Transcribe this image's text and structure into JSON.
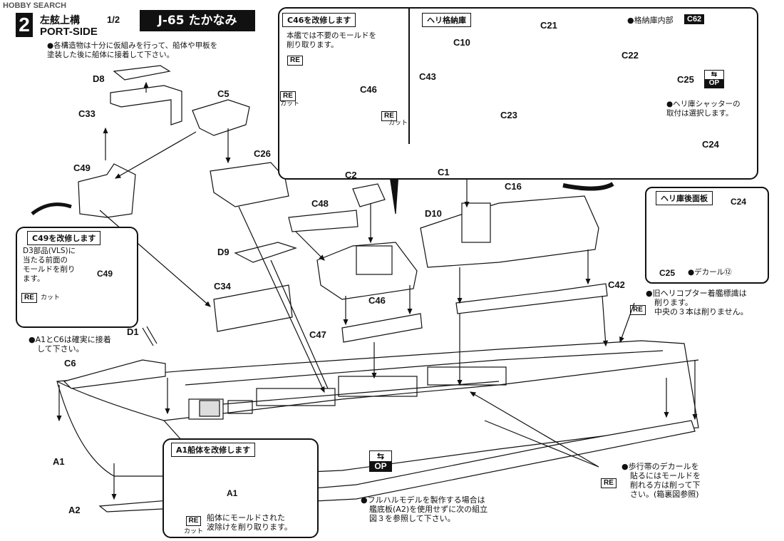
{
  "watermark": "HOBBY SEARCH",
  "header": {
    "step": "2",
    "title_jp": "左舷上構",
    "page": "1/2",
    "title_en": "PORT-SIDE",
    "model": "J-65 たかなみ",
    "instruction_l1": "●各構造物は十分に仮組みを行って、船体や甲板を",
    "instruction_l2": "塗装した後に船体に接着して下さい。"
  },
  "box_c46": {
    "title": "C46を改修します",
    "text_l1": "本艦では不要のモールドを",
    "text_l2": "削り取ります。",
    "re": "RE",
    "cut": "カット",
    "part": "C46"
  },
  "box_hangar": {
    "title": "ヘリ格納庫",
    "inner": "●格納庫内部",
    "inner_code": "C62",
    "shutter_l1": "●ヘリ庫シャッターの",
    "shutter_l2": "取付は選択します。",
    "op": "OP"
  },
  "box_rear": {
    "title": "ヘリ庫後面板",
    "decal": "●デカール",
    "decal_num": "⑫"
  },
  "box_c49": {
    "title": "C49を改修します",
    "text_l1": "D3部品(VLS)に",
    "text_l2": "当たる前面の",
    "text_l3": "モールドを削り",
    "text_l4": "ます。",
    "re": "RE",
    "cut": "カット",
    "part": "C49"
  },
  "box_a1": {
    "title": "A1船体を改修します",
    "part": "A1",
    "re": "RE",
    "cut": "カット",
    "text_l1": "船体にモールドされた",
    "text_l2": "波除けを削り取ります。"
  },
  "notes": {
    "a1c6_l1": "●A1とC6は確実に接着",
    "a1c6_l2": "して下さい。",
    "helideck_l1": "●旧ヘリコプター着艦標識は",
    "helideck_l2": "削ります。",
    "helideck_l3": "中央の３本は削りません。",
    "walkway_l1": "●歩行帯のデカールを",
    "walkway_l2": "貼るにはモールドを",
    "walkway_l3": "削れる方は削って下",
    "walkway_l4": "さい。(箱裏図参照)",
    "fullhull_l1": "●フルハルモデルを製作する場合は",
    "fullhull_l2": "艦底板(A2)を使用せずに次の組立",
    "fullhull_l3": "図３を参照して下さい。",
    "re": "RE",
    "op": "OP"
  },
  "parts": {
    "D8": "D8",
    "C33": "C33",
    "C5": "C5",
    "C49": "C49",
    "C26": "C26",
    "D9": "D9",
    "C34": "C34",
    "C48": "C48",
    "C2": "C2",
    "C46": "C46",
    "C47": "C47",
    "C1": "C1",
    "C16": "C16",
    "D10": "D10",
    "C42": "C42",
    "C10": "C10",
    "C43": "C43",
    "C21": "C21",
    "C22": "C22",
    "C23": "C23",
    "C25": "C25",
    "C24": "C24",
    "D1": "D1",
    "C6": "C6",
    "A1": "A1",
    "A2": "A2"
  }
}
